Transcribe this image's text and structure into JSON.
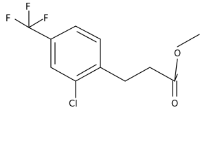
{
  "molecule": {
    "atoms": {
      "f_top": "F",
      "f_left": "F",
      "f_right": "F",
      "cl": "Cl",
      "o_ester": "O",
      "o_carbonyl": "O"
    },
    "colors": {
      "bond": "#000000",
      "label": "#000000",
      "background": "#ffffff"
    }
  }
}
